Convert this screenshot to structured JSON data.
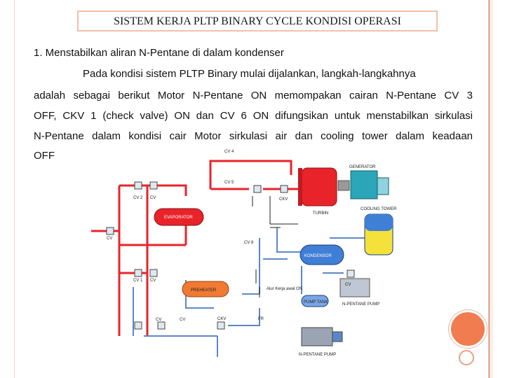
{
  "slide": {
    "title": "SISTEM KERJA PLTP BINARY CYCLE KONDISI OPERASI",
    "heading": "1.   Menstabilkan aliran N-Pentane di dalam  kondenser",
    "paragraph_lines": [
      "Pada kondisi sistem PLTP Binary mulai dijalankan, langkah-langkahnya",
      "adalah sebagai berikut Motor N-Pentane ON memompakan cairan N-Pentane CV 3",
      "OFF, CKV 1 (check valve) ON dan CV 6 ON difungsikan untuk menstabilkan sirkulasi",
      "N-Pentane dalam kondisi cair Motor sirkulasi air dan cooling tower dalam keadaan",
      "OFF"
    ]
  },
  "diagram": {
    "labels": {
      "cv4": "CV 4",
      "cv5": "CV 5",
      "generator": "GENERATOR",
      "cv2": "CV 2",
      "cv": "CV",
      "ckv": "CKV",
      "turbin": "TURBIN",
      "cooling_tower": "COOLING TOWER",
      "evaporator": "EVAPORATOR",
      "cv_left": "CV",
      "cv8": "CV 8",
      "kondensor": "KONDENSOR",
      "cv1": "CV 1",
      "cv_b": "CV",
      "cv7": "CV",
      "preheater": "PREHEATER",
      "aliran": "Alur Kerja awal ON",
      "pump_tank": "PUMP TANK",
      "npentane_pump": "N-PENTANE PUMP",
      "cv_c": "CV",
      "cv_d": "CV",
      "ckv2": "CKV",
      "fr": "FR",
      "npentane_pump2": "N-PENTANE PUMP"
    },
    "colors": {
      "red_pipe": "#e8232a",
      "blue_pipe": "#5b87c8",
      "vessel_red": "#e8232a",
      "vessel_blue": "#3f7fd6",
      "tank_yellow": "#f4e23a",
      "motor_teal": "#2aa6b8"
    }
  }
}
